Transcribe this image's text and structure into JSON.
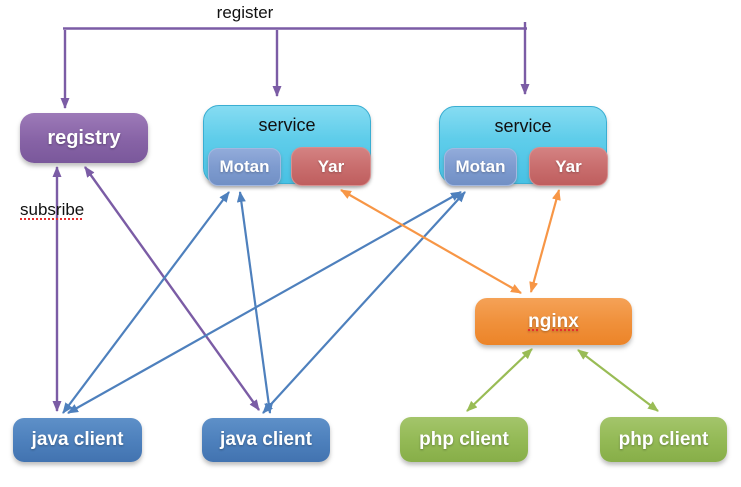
{
  "diagram": {
    "labels": {
      "register": "register",
      "subscribe": "subsribe"
    },
    "nodes": {
      "registry": {
        "label": "registry"
      },
      "service1": {
        "label": "service",
        "motan": "Motan",
        "yar": "Yar"
      },
      "service2": {
        "label": "service",
        "motan": "Motan",
        "yar": "Yar"
      },
      "nginx": {
        "label": "nginx"
      },
      "java_client_1": {
        "label": "java client"
      },
      "java_client_2": {
        "label": "java client"
      },
      "php_client_1": {
        "label": "php client"
      },
      "php_client_2": {
        "label": "php client"
      }
    },
    "colors": {
      "registry_purple": "#8763a6",
      "service_cyan": "#54c8e8",
      "motan_blue": "#7e9bcf",
      "yar_red": "#c96e6e",
      "nginx_orange": "#f0913c",
      "java_client_blue": "#4e81bd",
      "php_client_green": "#94ba56",
      "arrow_purple": "#7b5ca5",
      "arrow_blue": "#4e80bd",
      "arrow_orange": "#f79646",
      "arrow_green": "#99bc55",
      "label_text": "#111111",
      "spellcheck_red": "#e62e2e"
    },
    "edges": [
      {
        "from": "register-top-line",
        "to": "registry",
        "color": "purple",
        "bidirectional": false
      },
      {
        "from": "register-top-line",
        "to": "service-1",
        "color": "purple",
        "bidirectional": false
      },
      {
        "from": "register-top-line",
        "to": "service-2",
        "color": "purple",
        "bidirectional": false
      },
      {
        "from": "java-client-1",
        "to": "registry",
        "color": "purple",
        "bidirectional": true
      },
      {
        "from": "java-client-2",
        "to": "registry",
        "color": "purple",
        "bidirectional": true
      },
      {
        "from": "java-client-1",
        "to": "service-1-motan",
        "color": "blue",
        "bidirectional": true
      },
      {
        "from": "java-client-1",
        "to": "service-2-motan",
        "color": "blue",
        "bidirectional": true
      },
      {
        "from": "java-client-2",
        "to": "service-1-motan",
        "color": "blue",
        "bidirectional": true
      },
      {
        "from": "java-client-2",
        "to": "service-2-motan",
        "color": "blue",
        "bidirectional": true
      },
      {
        "from": "nginx",
        "to": "service-1-yar",
        "color": "orange",
        "bidirectional": true
      },
      {
        "from": "nginx",
        "to": "service-2-yar",
        "color": "orange",
        "bidirectional": true
      },
      {
        "from": "nginx",
        "to": "php-client-1",
        "color": "green",
        "bidirectional": true
      },
      {
        "from": "nginx",
        "to": "php-client-2",
        "color": "green",
        "bidirectional": true
      }
    ]
  }
}
